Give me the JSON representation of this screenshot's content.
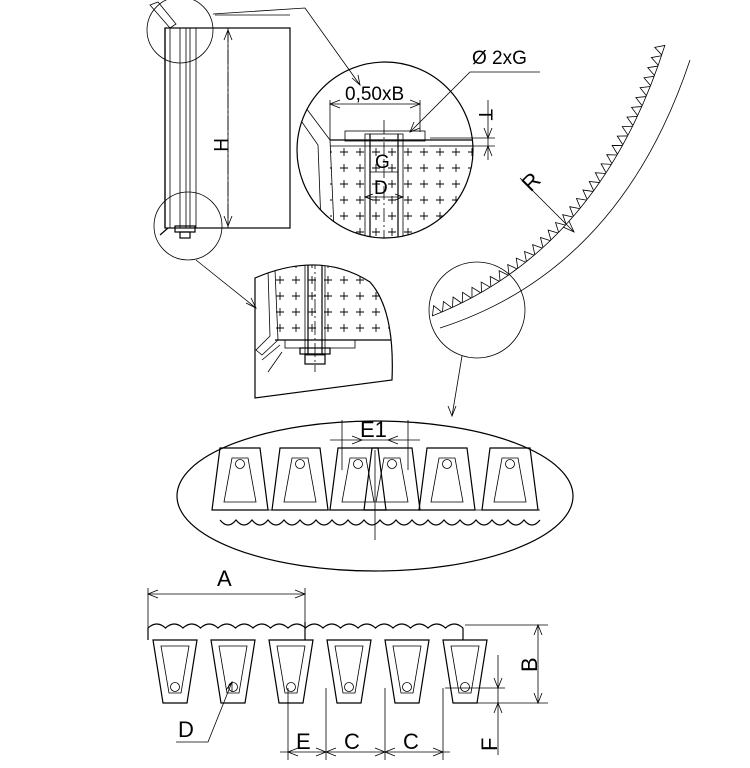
{
  "labels": {
    "H": "H",
    "half_b": "0,50xB",
    "diameter": "Ø 2xG",
    "T": "T",
    "G": "G",
    "D_top": "D",
    "R": "R",
    "E1": "E1",
    "A": "A",
    "B": "B",
    "D_bottom": "D",
    "E": "E",
    "C1": "C",
    "C2": "C",
    "F": "F"
  },
  "colors": {
    "line": "#000000",
    "background": "#ffffff"
  }
}
